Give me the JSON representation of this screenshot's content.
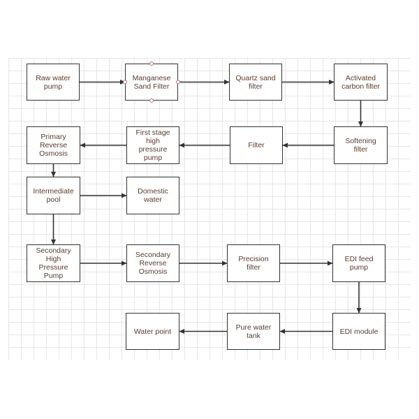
{
  "colors": {
    "box_border": "#333333",
    "label_text": "#5a3a2e",
    "arrow": "#333333",
    "grid_line": "#e6e6e6",
    "port_marker": "#c0687a"
  },
  "nodes": [
    {
      "id": "raw-water-pump",
      "label": "Raw water\npump"
    },
    {
      "id": "manganese-sand-filter",
      "label": "Manganese\nSand Filter"
    },
    {
      "id": "quartz-sand-filter",
      "label": "Quartz sand\nfilter"
    },
    {
      "id": "activated-carbon-filter",
      "label": "Activated\ncarbon filter"
    },
    {
      "id": "softening-filter",
      "label": "Softening\nfilter"
    },
    {
      "id": "filter",
      "label": "Filter"
    },
    {
      "id": "first-stage-high-pressure-pump",
      "label": "First stage\nhigh\npressure\npump"
    },
    {
      "id": "primary-reverse-osmosis",
      "label": "Primary\nReverse\nOsmosis"
    },
    {
      "id": "intermediate-pool",
      "label": "Intermediate\npool"
    },
    {
      "id": "domestic-water",
      "label": "Domestic\nwater"
    },
    {
      "id": "secondary-high-pressure-pump",
      "label": "Secondary\nHigh\nPressure\nPump"
    },
    {
      "id": "secondary-reverse-osmosis",
      "label": "Secondary\nReverse\nOsmosis"
    },
    {
      "id": "precision-filter",
      "label": "Precision\nfilter"
    },
    {
      "id": "edi-feed-pump",
      "label": "EDI feed\npump"
    },
    {
      "id": "edi-module",
      "label": "EDI module"
    },
    {
      "id": "pure-water-tank",
      "label": "Pure water\ntank"
    },
    {
      "id": "water-point",
      "label": "Water point"
    }
  ],
  "edges": [
    {
      "from": "raw-water-pump",
      "to": "manganese-sand-filter"
    },
    {
      "from": "manganese-sand-filter",
      "to": "quartz-sand-filter"
    },
    {
      "from": "quartz-sand-filter",
      "to": "activated-carbon-filter"
    },
    {
      "from": "activated-carbon-filter",
      "to": "softening-filter"
    },
    {
      "from": "softening-filter",
      "to": "filter"
    },
    {
      "from": "filter",
      "to": "first-stage-high-pressure-pump"
    },
    {
      "from": "first-stage-high-pressure-pump",
      "to": "primary-reverse-osmosis"
    },
    {
      "from": "primary-reverse-osmosis",
      "to": "intermediate-pool"
    },
    {
      "from": "intermediate-pool",
      "to": "domestic-water"
    },
    {
      "from": "intermediate-pool",
      "to": "secondary-high-pressure-pump"
    },
    {
      "from": "secondary-high-pressure-pump",
      "to": "secondary-reverse-osmosis"
    },
    {
      "from": "secondary-reverse-osmosis",
      "to": "precision-filter"
    },
    {
      "from": "precision-filter",
      "to": "edi-feed-pump"
    },
    {
      "from": "edi-feed-pump",
      "to": "edi-module"
    },
    {
      "from": "edi-module",
      "to": "pure-water-tank"
    },
    {
      "from": "pure-water-tank",
      "to": "water-point"
    }
  ]
}
